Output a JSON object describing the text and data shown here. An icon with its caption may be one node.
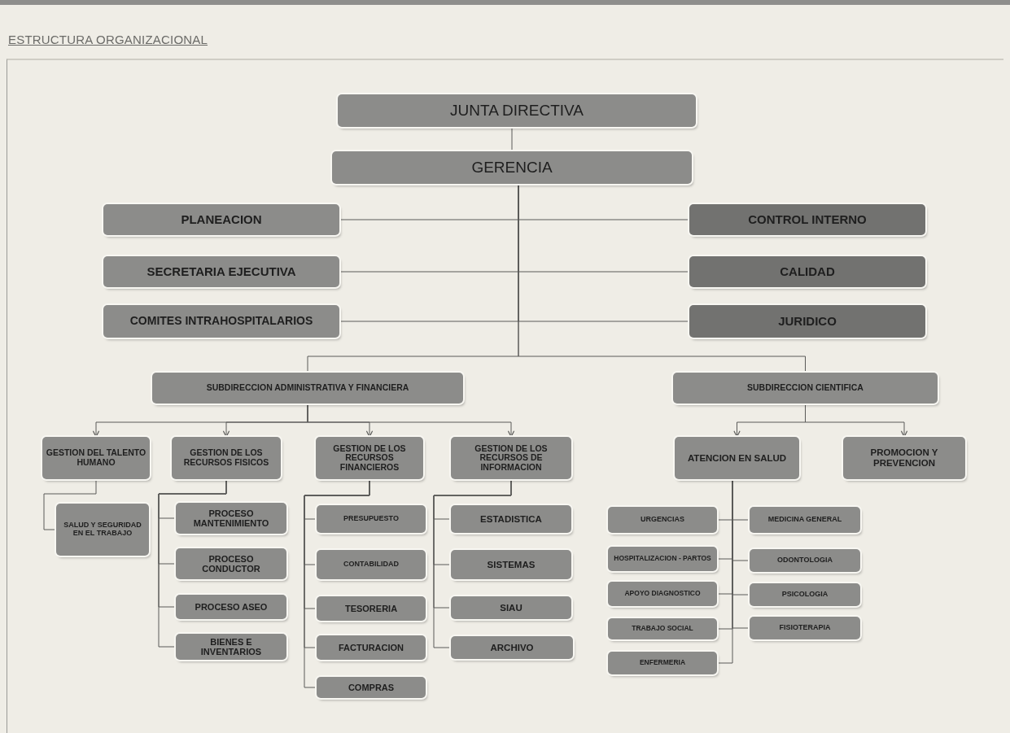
{
  "diagram": {
    "title": "ESTRUCTURA ORGANIZACIONAL",
    "nodes": [
      {
        "text": [
          "JUNTA DIRECTIVA"
        ]
      },
      {
        "text": [
          "GERENCIA"
        ]
      },
      {
        "text": [
          "PLANEACION"
        ]
      },
      {
        "text": [
          "CONTROL INTERNO"
        ]
      },
      {
        "text": [
          "SECRETARIA EJECUTIVA"
        ]
      },
      {
        "text": [
          "CALIDAD"
        ]
      },
      {
        "text": [
          "COMITES INTRAHOSPITALARIOS"
        ]
      },
      {
        "text": [
          "JURIDICO"
        ]
      },
      {
        "text": [
          "SUBDIRECCION ADMINISTRATIVA Y FINANCIERA"
        ]
      },
      {
        "text": [
          "SUBDIRECCION CIENTIFICA"
        ]
      },
      {
        "text": [
          "GESTION DEL TALENTO HUMANO"
        ]
      },
      {
        "text": [
          "GESTION DE LOS RECURSOS FISICOS"
        ]
      },
      {
        "text": [
          "GESTION DE LOS RECURSOS FINANCIEROS"
        ]
      },
      {
        "text": [
          "GESTION DE LOS RECURSOS DE INFORMACION"
        ]
      },
      {
        "text": [
          "ATENCION EN SALUD"
        ]
      },
      {
        "text": [
          "PROMOCION Y PREVENCION"
        ]
      },
      {
        "text": [
          "SALUD Y SEGURIDAD EN EL TRABAJO"
        ]
      },
      {
        "text": [
          "PROCESO MANTENIMIENTO"
        ]
      },
      {
        "text": [
          "PROCESO CONDUCTOR"
        ]
      },
      {
        "text": [
          "PROCESO ASEO"
        ]
      },
      {
        "text": [
          "BIENES E INVENTARIOS"
        ]
      },
      {
        "text": [
          "PRESUPUESTO"
        ]
      },
      {
        "text": [
          "CONTABILIDAD"
        ]
      },
      {
        "text": [
          "TESORERIA"
        ]
      },
      {
        "text": [
          "FACTURACION"
        ]
      },
      {
        "text": [
          "COMPRAS"
        ]
      },
      {
        "text": [
          "ESTADISTICA"
        ]
      },
      {
        "text": [
          "SISTEMAS"
        ]
      },
      {
        "text": [
          "SIAU"
        ]
      },
      {
        "text": [
          "ARCHIVO"
        ]
      },
      {
        "text": [
          "URGENCIAS"
        ]
      },
      {
        "text": [
          "MEDICINA GENERAL"
        ]
      },
      {
        "text": [
          "HOSPITALIZACION - PARTOS"
        ]
      },
      {
        "text": [
          "ODONTOLOGIA"
        ]
      },
      {
        "text": [
          "APOYO DIAGNOSTICO"
        ]
      },
      {
        "text": [
          "PSICOLOGIA"
        ]
      },
      {
        "text": [
          "TRABAJO SOCIAL"
        ]
      },
      {
        "text": [
          "FISIOTERAPIA"
        ]
      },
      {
        "text": [
          "ENFERMERIA"
        ]
      }
    ],
    "edges": [
      {
        "from": 0,
        "to": 1,
        "arrow": "none"
      },
      {
        "from": 1,
        "to": 2,
        "arrow": "none"
      },
      {
        "from": 1,
        "to": 3,
        "arrow": "none"
      },
      {
        "from": 1,
        "to": 4,
        "arrow": "none"
      },
      {
        "from": 1,
        "to": 5,
        "arrow": "none"
      },
      {
        "from": 1,
        "to": 6,
        "arrow": "none"
      },
      {
        "from": 1,
        "to": 7,
        "arrow": "none"
      },
      {
        "from": 1,
        "to": 8,
        "arrow": "none"
      },
      {
        "from": 1,
        "to": 9,
        "arrow": "none"
      },
      {
        "from": 8,
        "to": 10,
        "arrow": "to"
      },
      {
        "from": 8,
        "to": 11,
        "arrow": "to"
      },
      {
        "from": 8,
        "to": 12,
        "arrow": "to"
      },
      {
        "from": 8,
        "to": 13,
        "arrow": "to"
      },
      {
        "from": 9,
        "to": 14,
        "arrow": "to"
      },
      {
        "from": 9,
        "to": 15,
        "arrow": "to"
      },
      {
        "from": 10,
        "to": 16,
        "arrow": "none"
      },
      {
        "from": 11,
        "to": 17,
        "arrow": "none"
      },
      {
        "from": 11,
        "to": 18,
        "arrow": "none"
      },
      {
        "from": 11,
        "to": 19,
        "arrow": "none"
      },
      {
        "from": 11,
        "to": 20,
        "arrow": "none"
      },
      {
        "from": 12,
        "to": 21,
        "arrow": "none"
      },
      {
        "from": 12,
        "to": 22,
        "arrow": "none"
      },
      {
        "from": 12,
        "to": 23,
        "arrow": "none"
      },
      {
        "from": 12,
        "to": 24,
        "arrow": "none"
      },
      {
        "from": 12,
        "to": 25,
        "arrow": "none"
      },
      {
        "from": 13,
        "to": 26,
        "arrow": "none"
      },
      {
        "from": 13,
        "to": 27,
        "arrow": "none"
      },
      {
        "from": 13,
        "to": 28,
        "arrow": "none"
      },
      {
        "from": 13,
        "to": 29,
        "arrow": "none"
      },
      {
        "from": 14,
        "to": 30,
        "arrow": "none"
      },
      {
        "from": 14,
        "to": 31,
        "arrow": "none"
      },
      {
        "from": 14,
        "to": 32,
        "arrow": "none"
      },
      {
        "from": 14,
        "to": 33,
        "arrow": "none"
      },
      {
        "from": 14,
        "to": 34,
        "arrow": "none"
      },
      {
        "from": 14,
        "to": 35,
        "arrow": "none"
      },
      {
        "from": 14,
        "to": 36,
        "arrow": "none"
      },
      {
        "from": 14,
        "to": 37,
        "arrow": "none"
      },
      {
        "from": 14,
        "to": 38,
        "arrow": "none"
      }
    ]
  }
}
